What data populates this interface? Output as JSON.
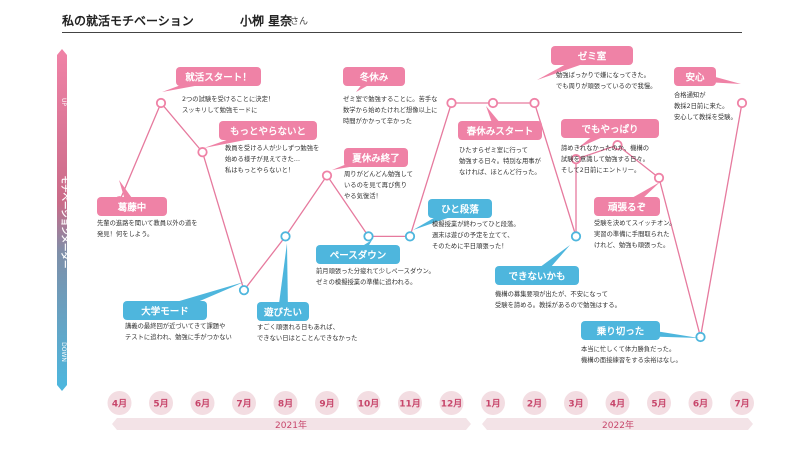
{
  "header": {
    "title": "私の就活モチベーション",
    "name": "小栁 星奈",
    "honorific": "さん"
  },
  "meter": {
    "label": "モチベーションメーター",
    "up": "UP",
    "down": "DOWN"
  },
  "years": [
    "2021年",
    "2022年"
  ],
  "chart_data": {
    "type": "line",
    "title": "私の就活モチベーション",
    "ylabel": "モチベーションメーター",
    "x_categories": [
      "4月",
      "5月",
      "6月",
      "7月",
      "8月",
      "9月",
      "10月",
      "11月",
      "12月",
      "1月",
      "2月",
      "3月",
      "4月",
      "5月",
      "6月",
      "7月"
    ],
    "year_groups": [
      {
        "label": "2021年",
        "months": [
          "4月",
          "5月",
          "6月",
          "7月",
          "8月",
          "9月",
          "10月",
          "11月",
          "12月"
        ]
      },
      {
        "label": "2022年",
        "months": [
          "1月",
          "2月",
          "3月",
          "4月",
          "5月",
          "6月",
          "7月"
        ]
      }
    ],
    "y_range_labels": {
      "top": "UP",
      "bottom": "DOWN"
    },
    "points": [
      {
        "month": "4月",
        "level": 0.58,
        "phase": "up"
      },
      {
        "month": "5月",
        "level": 1.0,
        "phase": "up"
      },
      {
        "month": "6月",
        "level": 0.79,
        "phase": "up"
      },
      {
        "month": "7月",
        "level": 0.2,
        "phase": "down"
      },
      {
        "month": "8月",
        "level": 0.43,
        "phase": "down"
      },
      {
        "month": "9月",
        "level": 0.69,
        "phase": "up"
      },
      {
        "month": "10月",
        "level": 0.43,
        "phase": "down"
      },
      {
        "month": "11月",
        "level": 0.43,
        "phase": "down"
      },
      {
        "month": "12月",
        "level": 1.0,
        "phase": "up"
      },
      {
        "month": "1月",
        "level": 1.0,
        "phase": "up"
      },
      {
        "month": "2月",
        "level": 1.0,
        "phase": "up"
      },
      {
        "month": "3月",
        "level": 0.43,
        "phase": "down"
      },
      {
        "month": "3月",
        "level": 0.76,
        "phase": "up"
      },
      {
        "month": "4月",
        "level": 0.82,
        "phase": "up"
      },
      {
        "month": "5月",
        "level": 0.68,
        "phase": "up"
      },
      {
        "month": "6月",
        "level": 0.0,
        "phase": "down"
      },
      {
        "month": "7月",
        "level": 1.0,
        "phase": "up"
      }
    ],
    "annotations": [
      {
        "label": "葛藤中",
        "phase": "up",
        "text": [
          "先輩の進路を聞いて教員以外の道を",
          "発見！何をしよう。"
        ]
      },
      {
        "label": "就活スタート！",
        "phase": "up",
        "text": [
          "2つの試験を受けることに決定！",
          "スッキリして勉強モードに"
        ]
      },
      {
        "label": "もっとやらないと",
        "phase": "up",
        "text": [
          "教員を受ける人が少しずつ勉強を",
          "始める様子が見えてきた…",
          "私はもっとやらないと！"
        ]
      },
      {
        "label": "大学モード",
        "phase": "down",
        "text": [
          "講義の最終回が近づいてきて課題や",
          "テストに追われ、勉強に手がつかない"
        ]
      },
      {
        "label": "遊びたい",
        "phase": "down",
        "text": [
          "すごく頑張れる日もあれば、",
          "できない日はとことんできなかった"
        ]
      },
      {
        "label": "冬休み",
        "phase": "up",
        "text": [
          "ゼミ室で勉強することに。苦手な",
          "数学から始めたけれど想像以上に",
          "時間がかかって辛かった"
        ]
      },
      {
        "label": "夏休み終了",
        "phase": "up",
        "text": [
          "周りがどんどん勉強して",
          "いるのを見て再び焦り",
          "やる気復活！"
        ]
      },
      {
        "label": "ペースダウン",
        "phase": "down",
        "text": [
          "前月頑張った分疲れて少しペースダウン。",
          "ゼミの模擬授業の準備に追われる。"
        ]
      },
      {
        "label": "ひと段落",
        "phase": "down",
        "text": [
          "模擬授業が終わってひと段落。",
          "週末は遊びの予定を立てて、",
          "そのために平日頑張った！"
        ]
      },
      {
        "label": "春休みスタート",
        "phase": "up",
        "text": [
          "ひたすらゼミ室に行って",
          "勉強する日々。特別な用事が",
          "なければ、ほとんど行った。"
        ]
      },
      {
        "label": "ゼミ室",
        "phase": "up",
        "text": [
          "勉強ばっかりで嫌になってきた。",
          "でも周りが頑張っているので我慢。"
        ]
      },
      {
        "label": "でもやっぱり",
        "phase": "up",
        "text": [
          "諦めきれなかったのか、機構の",
          "試験を意識して勉強する日々。",
          "そして2日前にエントリー。"
        ]
      },
      {
        "label": "できないかも",
        "phase": "down",
        "text": [
          "機構の募集要項が出たが、不安になって",
          "受験を諦める。教採があるので勉強はする。"
        ]
      },
      {
        "label": "頑張るぞ",
        "phase": "up",
        "text": [
          "受験を決めてスイッチオン。",
          "実習の準備に手間取られた",
          "けれど、勉強も頑張った。"
        ]
      },
      {
        "label": "乗り切った",
        "phase": "down",
        "text": [
          "本当に忙しくて体力勝負だった。",
          "機構の面接練習をする余裕はなし。"
        ]
      },
      {
        "label": "安心",
        "phase": "up",
        "text": [
          "合格通知が",
          "教採2日前に来た。",
          "安心して教採を受験。"
        ]
      }
    ],
    "colors": {
      "up": "#ef82a6",
      "down": "#4eb6dd",
      "line": "#e67a9e",
      "month_circle": "#f3dde2",
      "month_text": "#c7466b",
      "year_band": "#f3e3e7"
    }
  }
}
